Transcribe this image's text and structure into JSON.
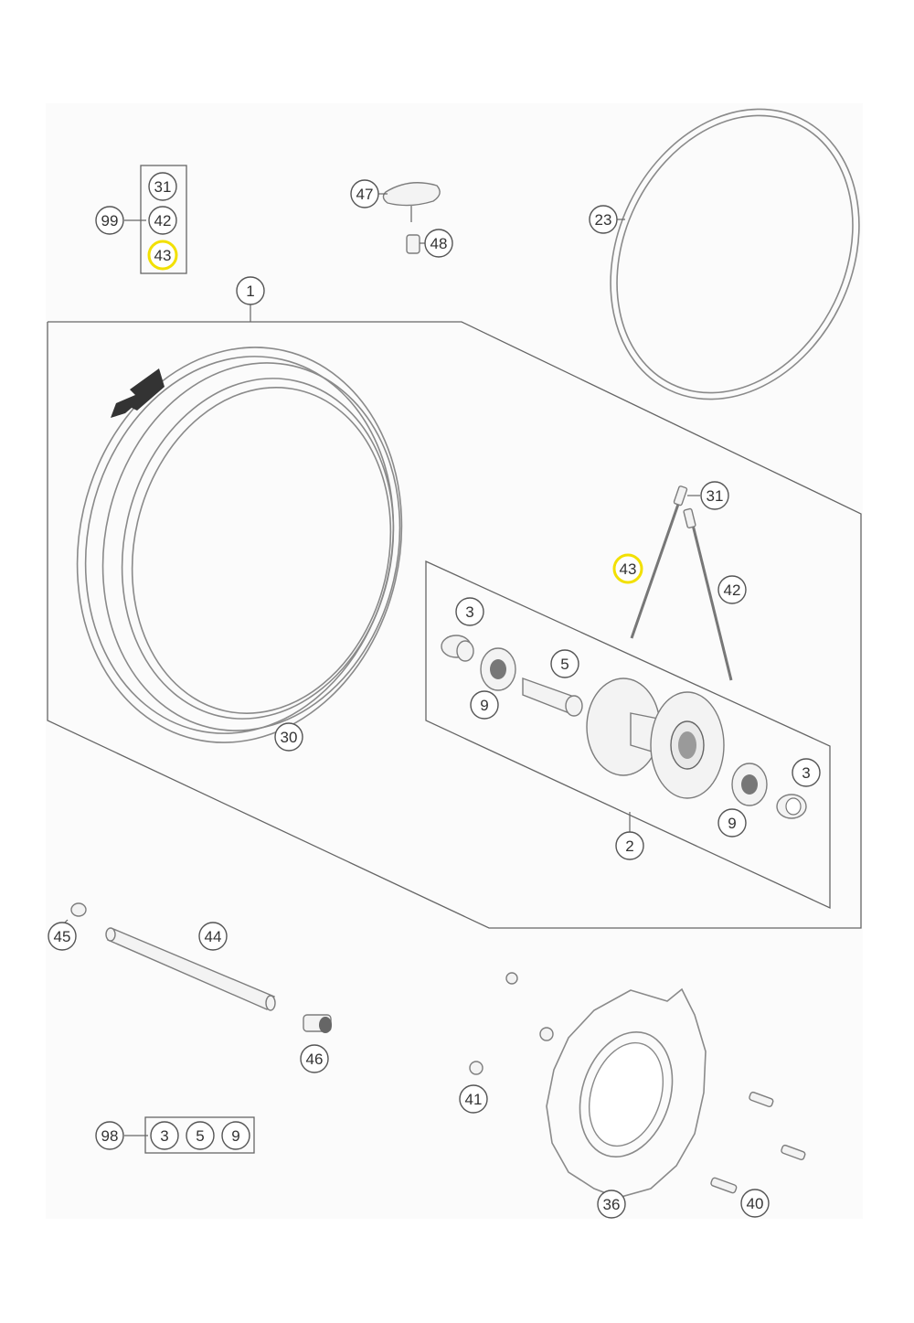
{
  "highlight_color": "#f2e000",
  "callouts": [
    {
      "id": "c99",
      "label": "99"
    },
    {
      "id": "c31a",
      "label": "31"
    },
    {
      "id": "c42a",
      "label": "42"
    },
    {
      "id": "c43a",
      "label": "43",
      "highlighted": true
    },
    {
      "id": "c47",
      "label": "47"
    },
    {
      "id": "c48",
      "label": "48"
    },
    {
      "id": "c23",
      "label": "23"
    },
    {
      "id": "c1",
      "label": "1"
    },
    {
      "id": "c30",
      "label": "30"
    },
    {
      "id": "c31b",
      "label": "31"
    },
    {
      "id": "c43b",
      "label": "43",
      "highlighted": true
    },
    {
      "id": "c42b",
      "label": "42"
    },
    {
      "id": "c3a",
      "label": "3"
    },
    {
      "id": "c5a",
      "label": "5"
    },
    {
      "id": "c9a",
      "label": "9"
    },
    {
      "id": "c3b",
      "label": "3"
    },
    {
      "id": "c9b",
      "label": "9"
    },
    {
      "id": "c2",
      "label": "2"
    },
    {
      "id": "c45",
      "label": "45"
    },
    {
      "id": "c44",
      "label": "44"
    },
    {
      "id": "c46",
      "label": "46"
    },
    {
      "id": "c41",
      "label": "41"
    },
    {
      "id": "c98",
      "label": "98"
    },
    {
      "id": "c3c",
      "label": "3"
    },
    {
      "id": "c5c",
      "label": "5"
    },
    {
      "id": "c9c",
      "label": "9"
    },
    {
      "id": "c36",
      "label": "36"
    },
    {
      "id": "c40",
      "label": "40"
    }
  ]
}
